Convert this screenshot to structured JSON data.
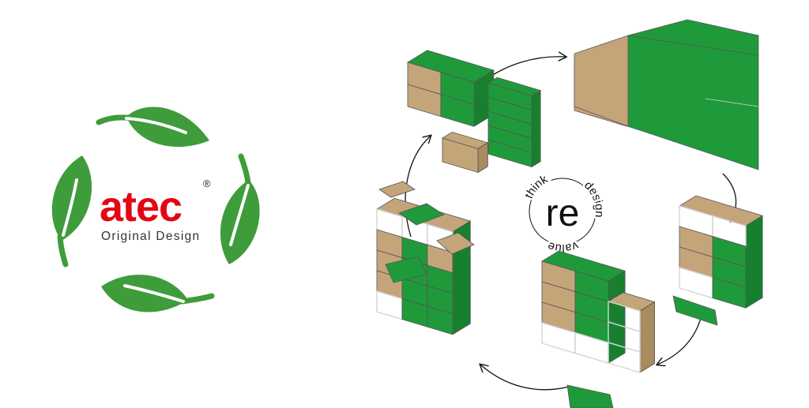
{
  "logo": {
    "brand": "atec",
    "registered": "®",
    "tagline": "Original Design"
  },
  "cycle_badge": {
    "center": "re",
    "words": [
      "think",
      "design",
      "value"
    ]
  },
  "colors": {
    "leaf_green": "#3f9c3a",
    "brand_red": "#e30613",
    "panel_green": "#1f9a3a",
    "panel_tan": "#c4a57a",
    "frame": "#d4d4d4"
  }
}
